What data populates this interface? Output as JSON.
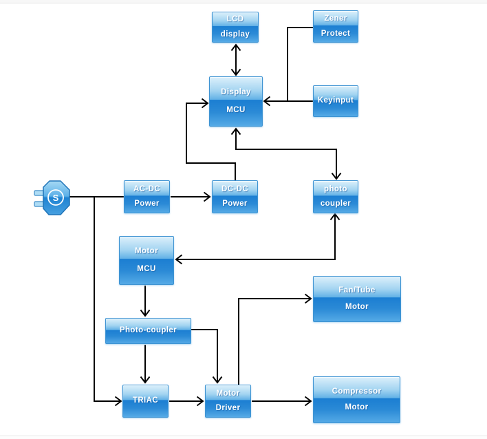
{
  "diagram": {
    "title_hint": "appliance-control-block-diagram",
    "colors": {
      "connector": "#000000",
      "box_border": "#3e93d2",
      "box_gradient_top": "#dcf0fb",
      "box_gradient_mid_light": "#62b1e6",
      "box_gradient_mid_dark": "#1b7ed2",
      "box_gradient_bottom": "#55aae6",
      "label_text": "#ffffff",
      "plug_border": "#1f74b8"
    },
    "nodes": [
      {
        "id": "power-plug",
        "label": "S"
      },
      {
        "id": "lcd-display",
        "line1": "LCD",
        "line2": "display"
      },
      {
        "id": "zener-protect",
        "line1": "Zener",
        "line2": "Protect"
      },
      {
        "id": "display-mcu",
        "line1": "Display",
        "line2": "MCU"
      },
      {
        "id": "keyinput",
        "line1": "Keyinput"
      },
      {
        "id": "ac-dc-power",
        "line1": "AC-DC",
        "line2": "Power"
      },
      {
        "id": "dc-dc-power",
        "line1": "DC-DC",
        "line2": "Power"
      },
      {
        "id": "photo-coupler-upper",
        "line1": "photo",
        "line2": "coupler"
      },
      {
        "id": "motor-mcu",
        "line1": "Motor",
        "line2": "MCU"
      },
      {
        "id": "photo-coupler-lower",
        "line1": "Photo-coupler"
      },
      {
        "id": "triac",
        "line1": "TRIAC"
      },
      {
        "id": "motor-driver",
        "line1": "Motor",
        "line2": "Driver"
      },
      {
        "id": "fan-tube-motor",
        "line1": "Fan/Tube",
        "line2": "Motor"
      },
      {
        "id": "compressor-motor",
        "line1": "Compressor",
        "line2": "Motor"
      }
    ],
    "edges": [
      {
        "from": "power-plug",
        "to": "ac-dc-power",
        "arrow": "none"
      },
      {
        "from": "power-plug",
        "to": "triac",
        "arrow": "end"
      },
      {
        "from": "ac-dc-power",
        "to": "dc-dc-power",
        "arrow": "end"
      },
      {
        "from": "dc-dc-power",
        "to": "display-mcu",
        "arrow": "end"
      },
      {
        "from": "lcd-display",
        "to": "display-mcu",
        "arrow": "both"
      },
      {
        "from": "zener-protect",
        "to": "display-mcu",
        "arrow": "end"
      },
      {
        "from": "keyinput",
        "to": "display-mcu",
        "arrow": "end"
      },
      {
        "from": "display-mcu",
        "to": "photo-coupler-upper",
        "arrow": "both"
      },
      {
        "from": "photo-coupler-upper",
        "to": "motor-mcu",
        "arrow": "both"
      },
      {
        "from": "motor-mcu",
        "to": "photo-coupler-lower",
        "arrow": "end"
      },
      {
        "from": "photo-coupler-lower",
        "to": "triac",
        "arrow": "end"
      },
      {
        "from": "photo-coupler-lower",
        "to": "motor-driver",
        "arrow": "end"
      },
      {
        "from": "triac",
        "to": "motor-driver",
        "arrow": "end"
      },
      {
        "from": "motor-driver",
        "to": "fan-tube-motor",
        "arrow": "end"
      },
      {
        "from": "motor-driver",
        "to": "compressor-motor",
        "arrow": "end"
      }
    ]
  }
}
